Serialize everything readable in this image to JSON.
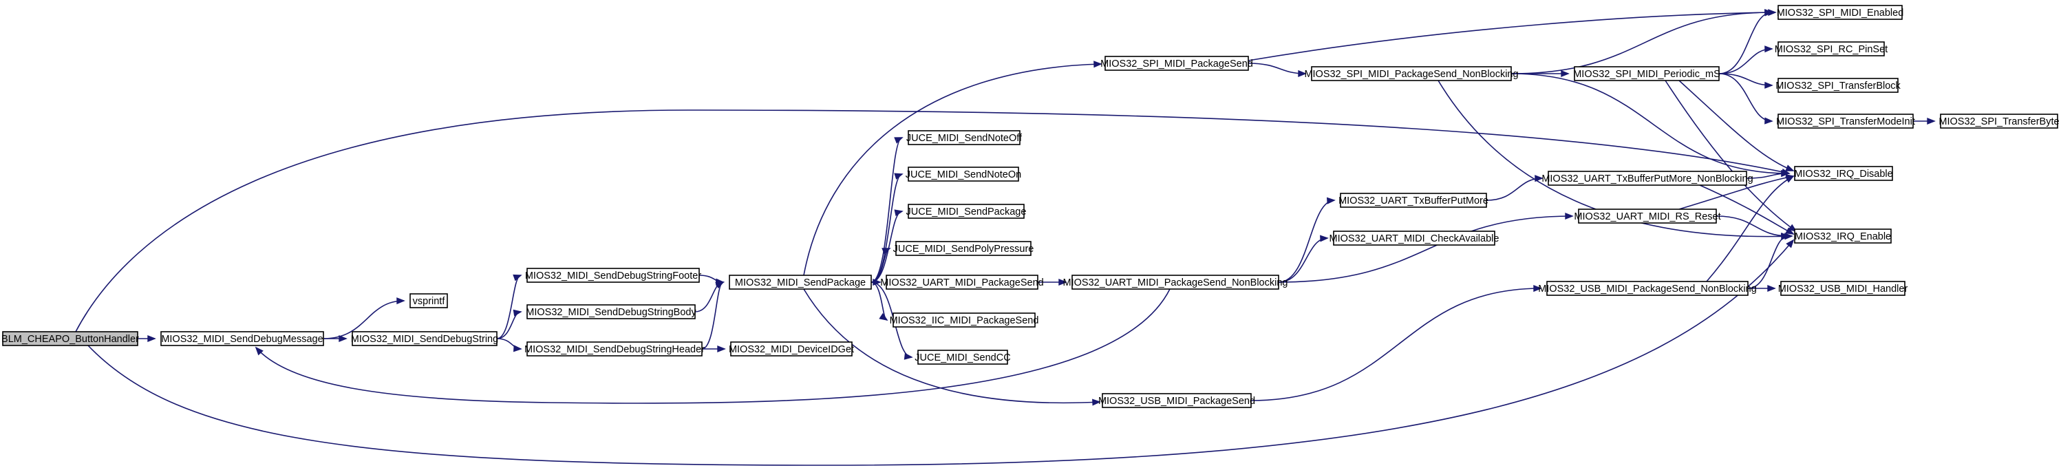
{
  "diagram": {
    "root": "BLM_CHEAPO_ButtonHandler",
    "nodes": [
      {
        "id": "root",
        "label": "BLM_CHEAPO_ButtonHandler",
        "root": true
      },
      {
        "id": "senddebugmessage",
        "label": "MIOS32_MIDI_SendDebugMessage"
      },
      {
        "id": "vsprintf",
        "label": "vsprintf"
      },
      {
        "id": "senddebugstring",
        "label": "MIOS32_MIDI_SendDebugString"
      },
      {
        "id": "footer",
        "label": "MIOS32_MIDI_SendDebugStringFooter"
      },
      {
        "id": "body",
        "label": "MIOS32_MIDI_SendDebugStringBody"
      },
      {
        "id": "header",
        "label": "MIOS32_MIDI_SendDebugStringHeader"
      },
      {
        "id": "sendpackage",
        "label": "MIOS32_MIDI_SendPackage"
      },
      {
        "id": "deviceidget",
        "label": "MIOS32_MIDI_DeviceIDGet"
      },
      {
        "id": "spi_packagesend",
        "label": "MIOS32_SPI_MIDI_PackageSend"
      },
      {
        "id": "juce_noteoff",
        "label": "JUCE_MIDI_SendNoteOff"
      },
      {
        "id": "juce_noteon",
        "label": "JUCE_MIDI_SendNoteOn"
      },
      {
        "id": "juce_package",
        "label": "JUCE_MIDI_SendPackage"
      },
      {
        "id": "juce_poly",
        "label": "JUCE_MIDI_SendPolyPressure"
      },
      {
        "id": "uart_packagesend",
        "label": "MIOS32_UART_MIDI_PackageSend"
      },
      {
        "id": "iic_packagesend",
        "label": "MIOS32_IIC_MIDI_PackageSend"
      },
      {
        "id": "juce_cc",
        "label": "JUCE_MIDI_SendCC"
      },
      {
        "id": "usb_packagesend",
        "label": "MIOS32_USB_MIDI_PackageSend"
      },
      {
        "id": "spi_nonblocking",
        "label": "MIOS32_SPI_MIDI_PackageSend_NonBlocking"
      },
      {
        "id": "uart_nonblocking",
        "label": "MIOS32_UART_MIDI_PackageSend_NonBlocking"
      },
      {
        "id": "uart_txbufferputmore",
        "label": "MIOS32_UART_TxBufferPutMore"
      },
      {
        "id": "uart_checkavailable",
        "label": "MIOS32_UART_MIDI_CheckAvailable"
      },
      {
        "id": "spi_periodic",
        "label": "MIOS32_SPI_MIDI_Periodic_mS"
      },
      {
        "id": "uart_txnonblocking",
        "label": "MIOS32_UART_TxBufferPutMore_NonBlocking"
      },
      {
        "id": "uart_rsreset",
        "label": "MIOS32_UART_MIDI_RS_Reset"
      },
      {
        "id": "usb_nonblocking",
        "label": "MIOS32_USB_MIDI_PackageSend_NonBlocking"
      },
      {
        "id": "spi_enabled",
        "label": "MIOS32_SPI_MIDI_Enabled"
      },
      {
        "id": "spi_rcpinset",
        "label": "MIOS32_SPI_RC_PinSet"
      },
      {
        "id": "spi_transferblock",
        "label": "MIOS32_SPI_TransferBlock"
      },
      {
        "id": "spi_transfermodeinit",
        "label": "MIOS32_SPI_TransferModeInit"
      },
      {
        "id": "irq_disable",
        "label": "MIOS32_IRQ_Disable"
      },
      {
        "id": "irq_enable",
        "label": "MIOS32_IRQ_Enable"
      },
      {
        "id": "usb_handler",
        "label": "MIOS32_USB_MIDI_Handler"
      },
      {
        "id": "spi_transferbyte",
        "label": "MIOS32_SPI_TransferByte"
      }
    ],
    "edges": [
      [
        "root",
        "senddebugmessage"
      ],
      [
        "root",
        "irq_disable"
      ],
      [
        "root",
        "irq_enable"
      ],
      [
        "senddebugmessage",
        "vsprintf"
      ],
      [
        "senddebugmessage",
        "senddebugstring"
      ],
      [
        "senddebugstring",
        "footer"
      ],
      [
        "senddebugstring",
        "body"
      ],
      [
        "senddebugstring",
        "header"
      ],
      [
        "footer",
        "sendpackage"
      ],
      [
        "body",
        "sendpackage"
      ],
      [
        "header",
        "sendpackage"
      ],
      [
        "header",
        "deviceidget"
      ],
      [
        "sendpackage",
        "spi_packagesend"
      ],
      [
        "sendpackage",
        "juce_noteoff"
      ],
      [
        "sendpackage",
        "juce_noteon"
      ],
      [
        "sendpackage",
        "juce_package"
      ],
      [
        "sendpackage",
        "juce_poly"
      ],
      [
        "sendpackage",
        "uart_packagesend"
      ],
      [
        "sendpackage",
        "iic_packagesend"
      ],
      [
        "sendpackage",
        "juce_cc"
      ],
      [
        "sendpackage",
        "usb_packagesend"
      ],
      [
        "spi_packagesend",
        "spi_enabled"
      ],
      [
        "spi_packagesend",
        "spi_nonblocking"
      ],
      [
        "spi_nonblocking",
        "spi_enabled"
      ],
      [
        "spi_nonblocking",
        "spi_periodic"
      ],
      [
        "spi_nonblocking",
        "irq_disable"
      ],
      [
        "spi_nonblocking",
        "irq_enable"
      ],
      [
        "spi_periodic",
        "spi_enabled"
      ],
      [
        "spi_periodic",
        "spi_rcpinset"
      ],
      [
        "spi_periodic",
        "spi_transferblock"
      ],
      [
        "spi_periodic",
        "spi_transfermodeinit"
      ],
      [
        "spi_periodic",
        "irq_disable"
      ],
      [
        "spi_periodic",
        "irq_enable"
      ],
      [
        "spi_transfermodeinit",
        "spi_transferbyte"
      ],
      [
        "uart_packagesend",
        "uart_nonblocking"
      ],
      [
        "uart_nonblocking",
        "uart_txbufferputmore"
      ],
      [
        "uart_nonblocking",
        "uart_checkavailable"
      ],
      [
        "uart_nonblocking",
        "uart_rsreset"
      ],
      [
        "uart_nonblocking",
        "senddebugmessage"
      ],
      [
        "uart_txbufferputmore",
        "uart_txnonblocking"
      ],
      [
        "uart_txnonblocking",
        "irq_disable"
      ],
      [
        "uart_txnonblocking",
        "irq_enable"
      ],
      [
        "uart_rsreset",
        "irq_disable"
      ],
      [
        "uart_rsreset",
        "irq_enable"
      ],
      [
        "usb_packagesend",
        "usb_nonblocking"
      ],
      [
        "usb_nonblocking",
        "irq_disable"
      ],
      [
        "usb_nonblocking",
        "irq_enable"
      ],
      [
        "usb_nonblocking",
        "usb_handler"
      ]
    ],
    "colors": {
      "edge": "#191970",
      "node_border": "#000000",
      "node_fill": "#ffffff",
      "root_fill": "#bfbfbf"
    }
  }
}
